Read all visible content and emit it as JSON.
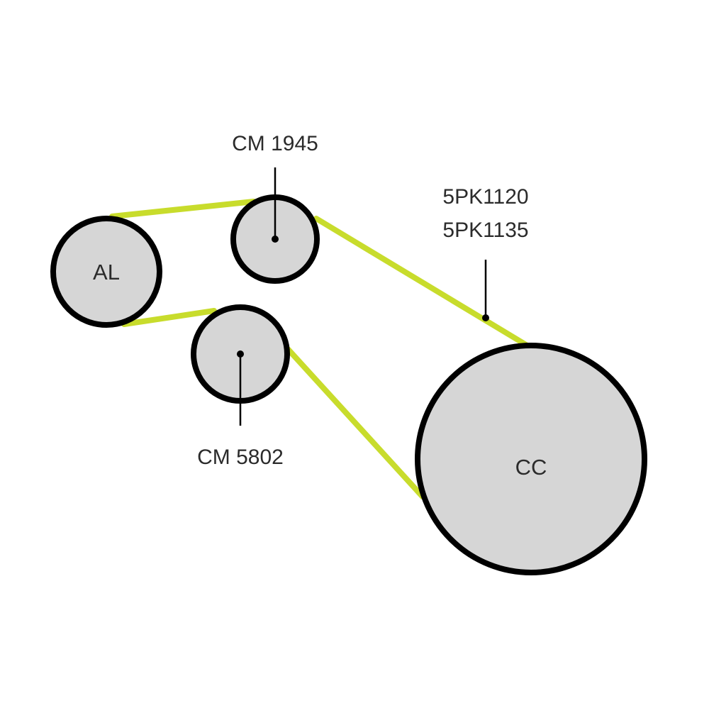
{
  "diagram": {
    "belt_color": "#c8dc2c",
    "pulley_fill": "#d6d6d6",
    "pulley_stroke": "#000000",
    "pulleys": {
      "al": {
        "label": "AL"
      },
      "cm1945": {
        "label": ""
      },
      "cm5802": {
        "label": ""
      },
      "cc": {
        "label": "CC"
      }
    },
    "callouts": {
      "cm1945": {
        "text": "CM 1945"
      },
      "cm5802": {
        "text": "CM 5802"
      },
      "belt_line1": {
        "text": "5PK1120"
      },
      "belt_line2": {
        "text": "5PK1135"
      }
    }
  }
}
